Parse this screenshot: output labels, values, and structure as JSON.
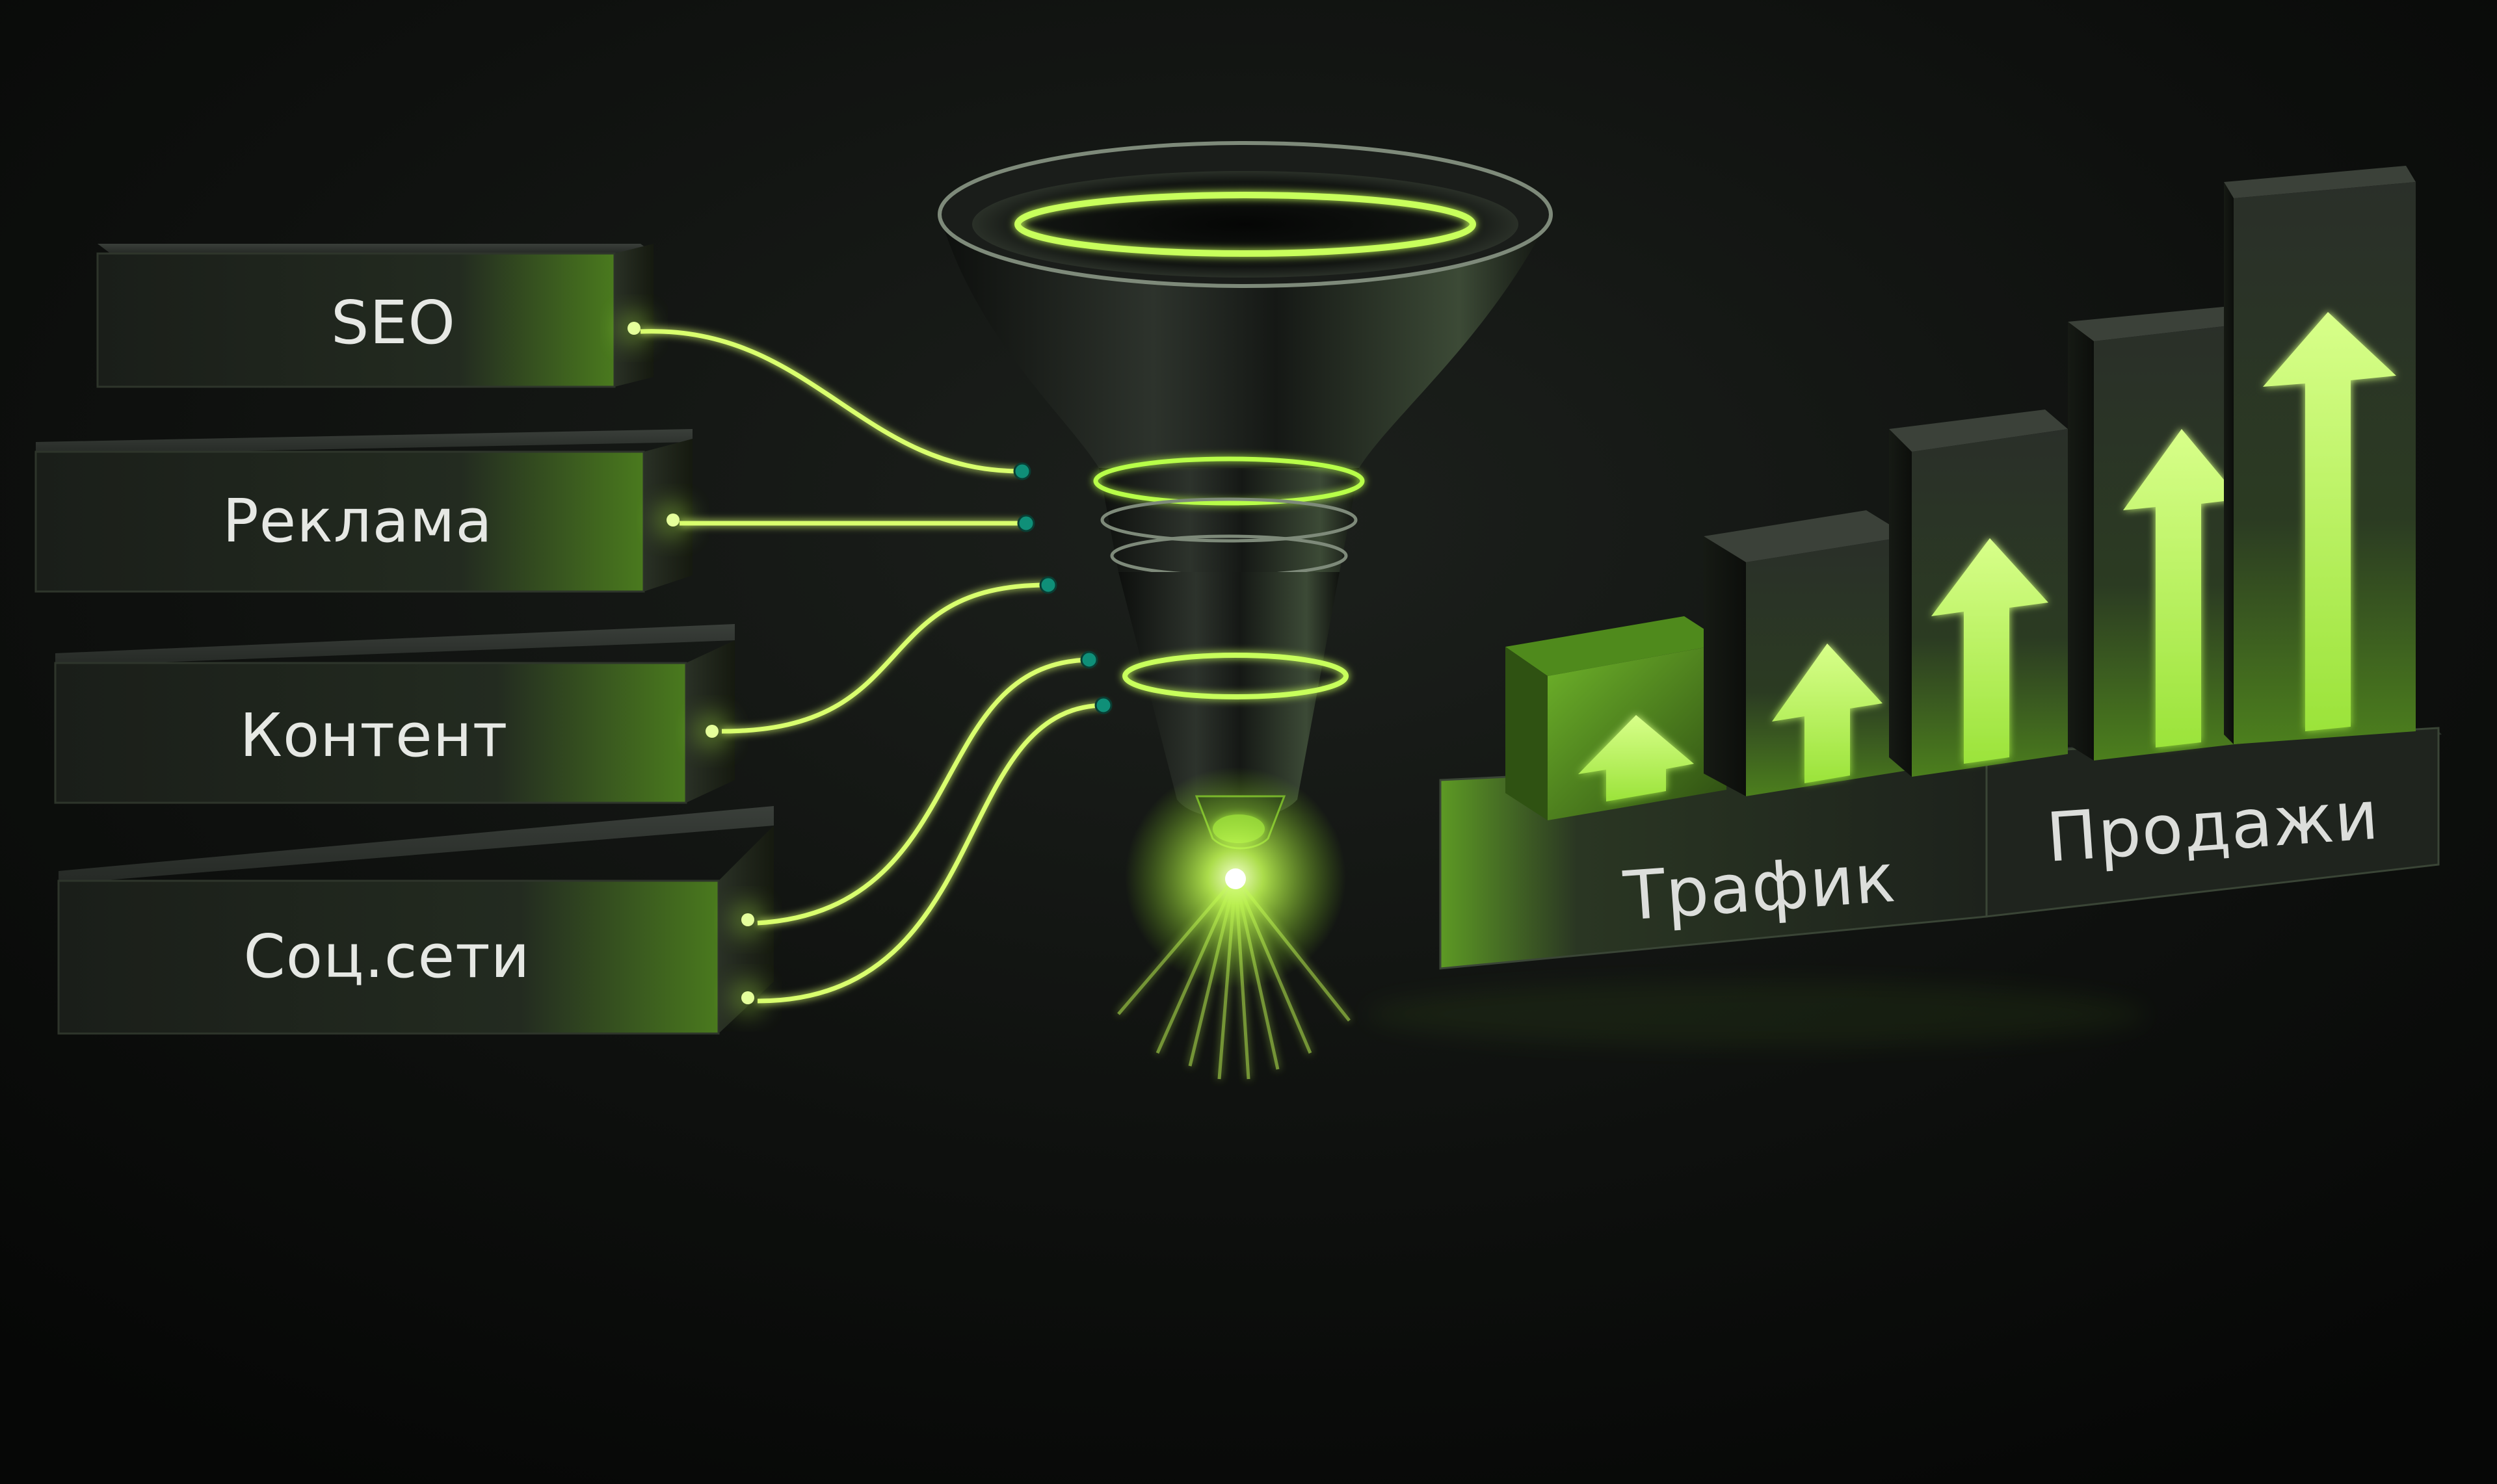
{
  "sources": [
    {
      "label": "SEO"
    },
    {
      "label": "Реклама"
    },
    {
      "label": "Контент"
    },
    {
      "label": "Соц.сети"
    }
  ],
  "results": {
    "traffic_label": "Трафик",
    "sales_label": "Продажи"
  },
  "colors": {
    "background": "#0b0c0b",
    "accent": "#b8ff4a",
    "box_face": "#1c211b",
    "node": "#0f8f78"
  },
  "icons": {
    "funnel": "funnel-icon",
    "growth_arrow": "up-arrow-icon"
  }
}
